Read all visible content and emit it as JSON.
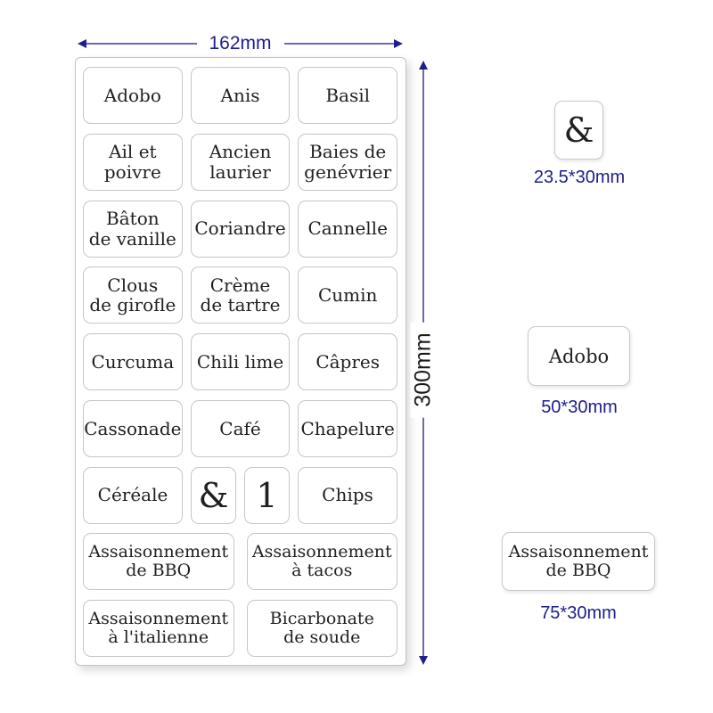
{
  "colors": {
    "dimension_text_navy": "#1d1d8e",
    "arrow_line_blue": "#6a6ab2",
    "arrow_head_navy": "#1f1f8c",
    "label_text": "#1f1f1f",
    "cell_border": "#c6c6c6",
    "sheet_border": "#c3c3c3",
    "background": "#ffffff"
  },
  "dimensions": {
    "width_label": "162mm",
    "height_label": "300mm"
  },
  "sheet": {
    "rows": [
      {
        "cells": [
          {
            "lines": [
              "Adobo"
            ]
          },
          {
            "lines": [
              "Anis"
            ]
          },
          {
            "lines": [
              "Basil"
            ]
          }
        ]
      },
      {
        "cells": [
          {
            "lines": [
              "Ail et",
              "poivre"
            ]
          },
          {
            "lines": [
              "Ancien",
              "laurier"
            ]
          },
          {
            "lines": [
              "Baies de",
              "genévrier"
            ]
          }
        ]
      },
      {
        "cells": [
          {
            "lines": [
              "Bâton",
              "de vanille"
            ]
          },
          {
            "lines": [
              "Coriandre"
            ]
          },
          {
            "lines": [
              "Cannelle"
            ]
          }
        ]
      },
      {
        "cells": [
          {
            "lines": [
              "Clous",
              "de girofle"
            ]
          },
          {
            "lines": [
              "Crème",
              "de tartre"
            ]
          },
          {
            "lines": [
              "Cumin"
            ]
          }
        ]
      },
      {
        "cells": [
          {
            "lines": [
              "Curcuma"
            ]
          },
          {
            "lines": [
              "Chili lime"
            ]
          },
          {
            "lines": [
              "Câpres"
            ]
          }
        ]
      },
      {
        "cells": [
          {
            "lines": [
              "Cassonade"
            ]
          },
          {
            "lines": [
              "Café"
            ]
          },
          {
            "lines": [
              "Chapelure"
            ]
          }
        ]
      },
      {
        "cells": [
          {
            "lines": [
              "Céréale"
            ]
          },
          {
            "lines": [
              "&"
            ]
          },
          {
            "lines": [
              "1"
            ]
          },
          {
            "lines": [
              "Chips"
            ]
          }
        ]
      },
      {
        "cells": [
          {
            "lines": [
              "Assaisonnement",
              "de BBQ"
            ]
          },
          {
            "lines": [
              "Assaisonnement",
              "à tacos"
            ]
          }
        ]
      },
      {
        "cells": [
          {
            "lines": [
              "Assaisonnement",
              "à l'italienne"
            ]
          },
          {
            "lines": [
              "Bicarbonate",
              "de soude"
            ]
          }
        ]
      }
    ]
  },
  "samples": {
    "small": {
      "symbol": "&",
      "size": "23.5*30mm"
    },
    "medium": {
      "label": "Adobo",
      "size": "50*30mm"
    },
    "large": {
      "line1": "Assaisonnement",
      "line2": "de BBQ",
      "size": "75*30mm"
    }
  }
}
